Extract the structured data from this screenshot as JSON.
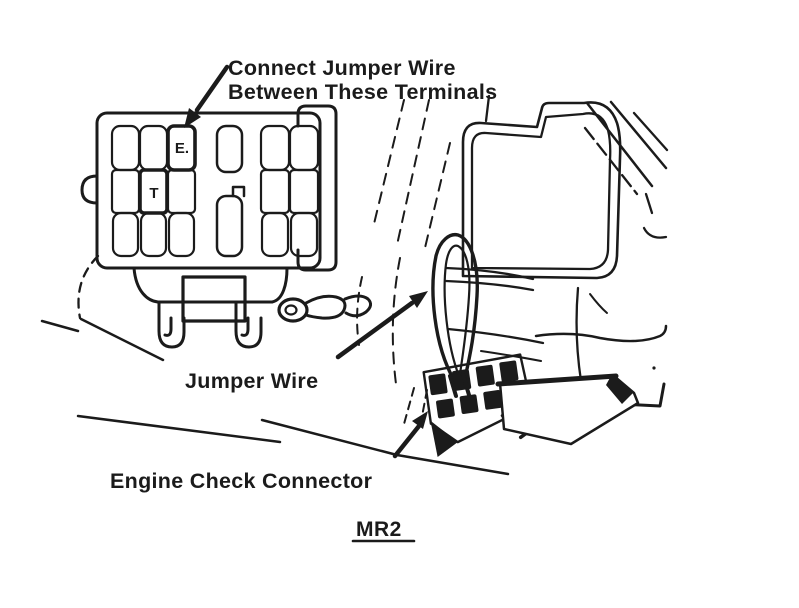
{
  "diagram": {
    "title_context": "Engine check connector jumper wire location diagram",
    "ink_color": "#1b1b1b",
    "paper_color": "#ffffff",
    "annotations": {
      "terminals_note_line1": "Connect Jumper Wire",
      "terminals_note_line2": "Between These Terminals",
      "jumper_wire": "Jumper Wire",
      "engine_check_connector": "Engine Check Connector"
    },
    "terminal_labels": {
      "e": "E.",
      "t": "T"
    },
    "model": {
      "prefix": "MR",
      "suffix": "2"
    }
  }
}
